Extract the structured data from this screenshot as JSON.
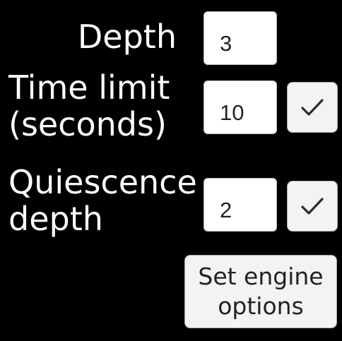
{
  "settings": {
    "depth": {
      "label": "Depth",
      "value": "3"
    },
    "time_limit": {
      "label_line1": "Time limit",
      "label_line2": "(seconds)",
      "value": "10",
      "enabled": true
    },
    "quiescence_depth": {
      "label_line1": "Quiescence",
      "label_line2": "depth",
      "value": "2",
      "enabled": true
    }
  },
  "actions": {
    "set_engine_options_label": "Set engine options"
  },
  "icons": {
    "checkbox": "checkmark-icon"
  },
  "colors": {
    "background": "#000000",
    "label_text": "#ffffff",
    "field_background": "#ffffff",
    "control_background": "#f3f3f3"
  }
}
